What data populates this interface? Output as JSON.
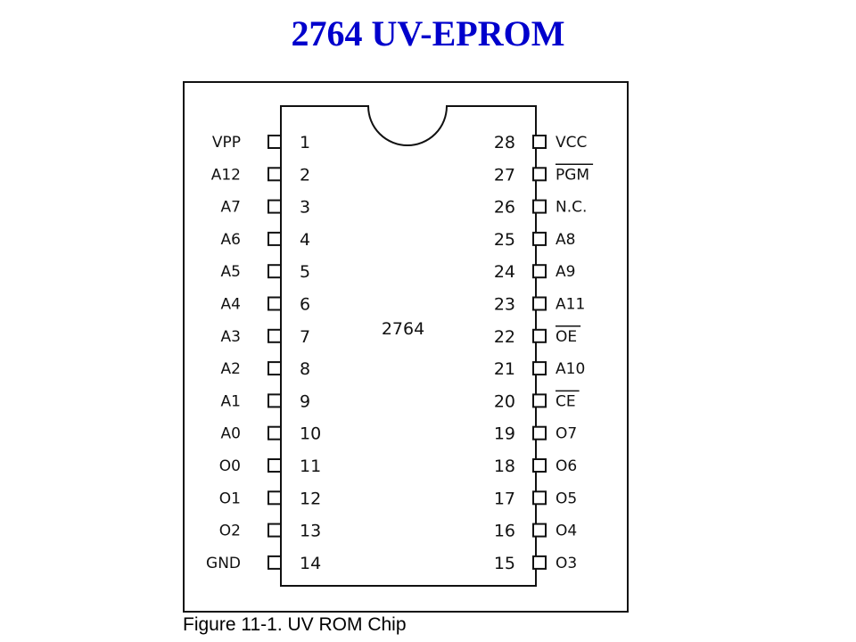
{
  "title": "2764 UV-EPROM",
  "chip_label": "2764",
  "caption": "Figure 11-1. UV ROM Chip",
  "colors": {
    "title": "#0000cc",
    "line": "#111111",
    "background": "#ffffff"
  },
  "left_pins": [
    {
      "label": "VPP",
      "number": "1"
    },
    {
      "label": "A12",
      "number": "2"
    },
    {
      "label": "A7",
      "number": "3"
    },
    {
      "label": "A6",
      "number": "4"
    },
    {
      "label": "A5",
      "number": "5"
    },
    {
      "label": "A4",
      "number": "6"
    },
    {
      "label": "A3",
      "number": "7"
    },
    {
      "label": "A2",
      "number": "8"
    },
    {
      "label": "A1",
      "number": "9"
    },
    {
      "label": "A0",
      "number": "10"
    },
    {
      "label": "O0",
      "number": "11"
    },
    {
      "label": "O1",
      "number": "12"
    },
    {
      "label": "O2",
      "number": "13"
    },
    {
      "label": "GND",
      "number": "14"
    }
  ],
  "right_pins": [
    {
      "label": "VCC",
      "number": "28",
      "active_low": false
    },
    {
      "label": "PGM",
      "number": "27",
      "active_low": true
    },
    {
      "label": "N.C.",
      "number": "26",
      "active_low": false
    },
    {
      "label": "A8",
      "number": "25",
      "active_low": false
    },
    {
      "label": "A9",
      "number": "24",
      "active_low": false
    },
    {
      "label": "A11",
      "number": "23",
      "active_low": false
    },
    {
      "label": "OE",
      "number": "22",
      "active_low": true
    },
    {
      "label": "A10",
      "number": "21",
      "active_low": false
    },
    {
      "label": "CE",
      "number": "20",
      "active_low": true
    },
    {
      "label": "O7",
      "number": "19",
      "active_low": false
    },
    {
      "label": "O6",
      "number": "18",
      "active_low": false
    },
    {
      "label": "O5",
      "number": "17",
      "active_low": false
    },
    {
      "label": "O4",
      "number": "16",
      "active_low": false
    },
    {
      "label": "O3",
      "number": "15",
      "active_low": false
    }
  ]
}
